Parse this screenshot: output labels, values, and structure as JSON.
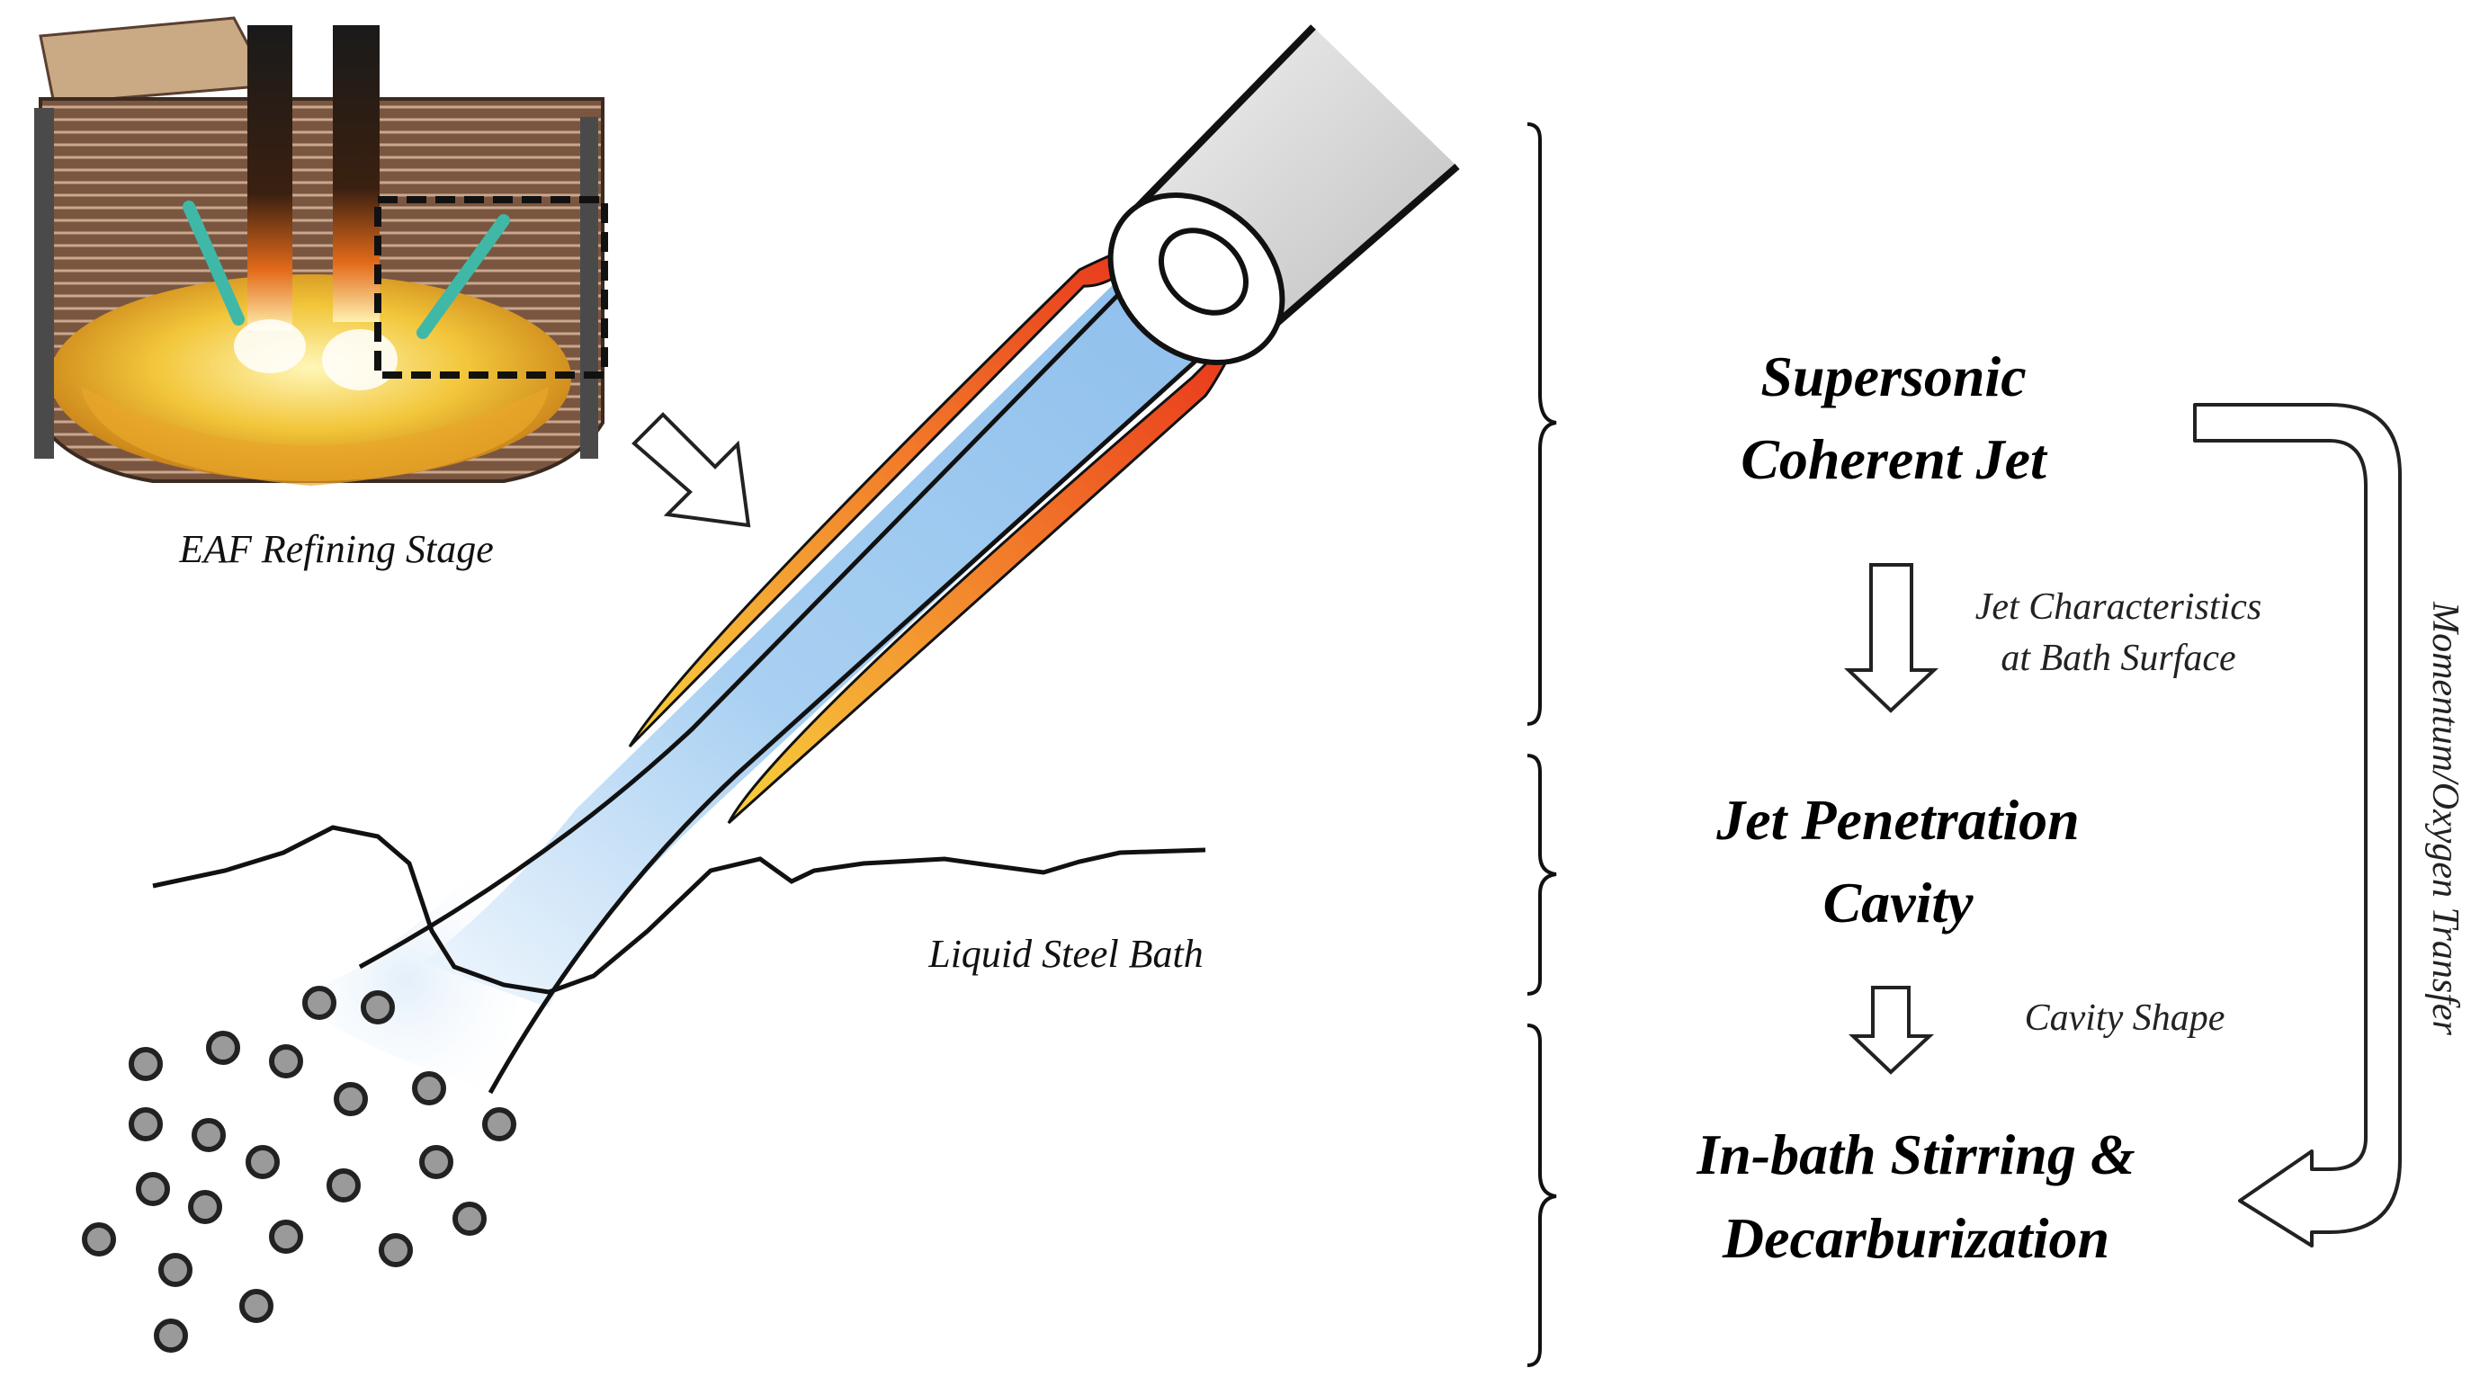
{
  "labels": {
    "eaf_stage": "EAF Refining Stage",
    "liquid_bath": "Liquid Steel Bath"
  },
  "flow": {
    "stage1_line1": "Supersonic",
    "stage1_line2": "Coherent Jet",
    "transition1_line1": "Jet Characteristics",
    "transition1_line2": "at Bath Surface",
    "stage2_line1": "Jet Penetration",
    "stage2_line2": "Cavity",
    "transition2": "Cavity Shape",
    "stage3_line1": "In-bath Stirring &",
    "stage3_line2": "Decarburization",
    "side_arrow": "Momentum/Oxygen Transfer"
  },
  "colors": {
    "jet_blue": "#9cc8ef",
    "flame_red": "#e83a1c",
    "flame_yellow": "#f6c938",
    "bubble_fill": "#9a9a9a",
    "lance_grey": "#d9d9d9"
  }
}
